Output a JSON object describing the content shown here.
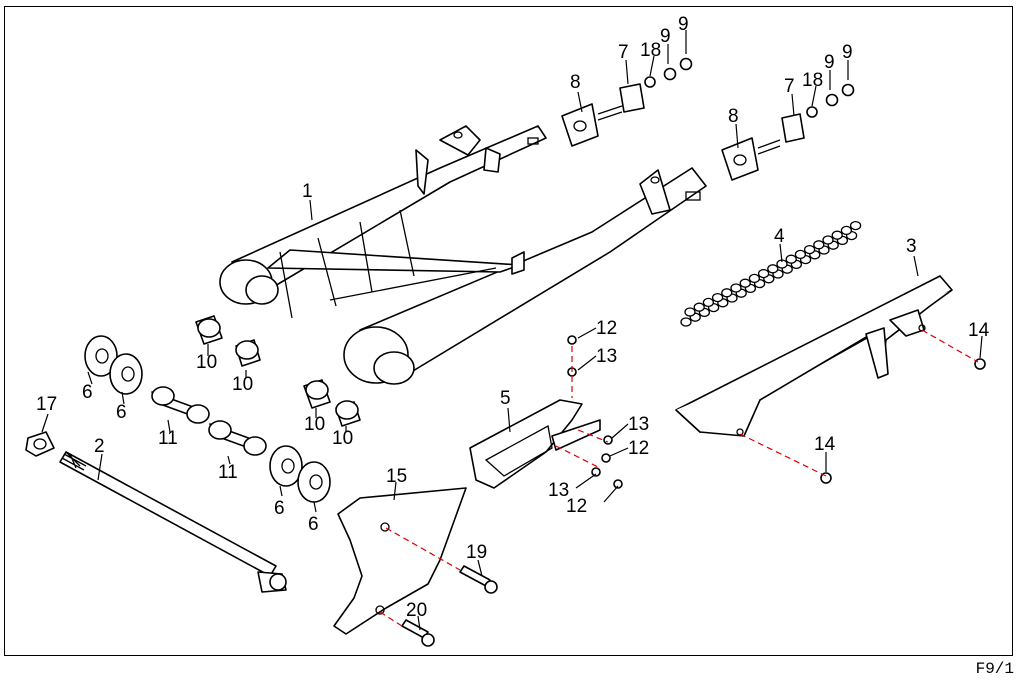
{
  "page_code": "F9/1",
  "callouts": [
    "1",
    "2",
    "3",
    "4",
    "5",
    "6",
    "6",
    "6",
    "6",
    "7",
    "7",
    "8",
    "8",
    "9",
    "9",
    "9",
    "9",
    "10",
    "10",
    "10",
    "10",
    "11",
    "11",
    "12",
    "12",
    "12",
    "13",
    "13",
    "13",
    "14",
    "14",
    "15",
    "17",
    "18",
    "18",
    "19",
    "20"
  ],
  "colors": {
    "line": "#000000",
    "centerline": "#e00000",
    "background": "#ffffff"
  }
}
